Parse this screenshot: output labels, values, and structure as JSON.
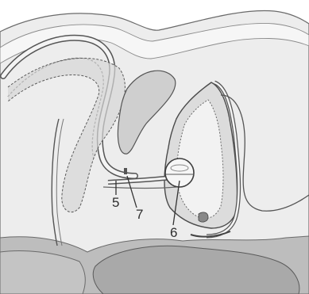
{
  "labels": {
    "five": "5",
    "seven": "7",
    "six": "6"
  },
  "colors": {
    "background": "#ffffff",
    "tissue_light": "#ececec",
    "tissue_mid": "#d2d2d2",
    "tissue_dark": "#b4b4b4",
    "outline": "#4a4a4a",
    "text": "#2e2e2e"
  }
}
